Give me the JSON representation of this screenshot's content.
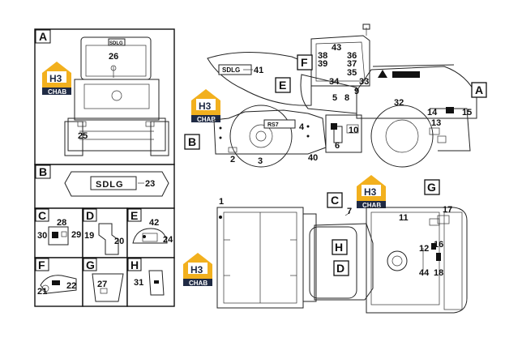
{
  "panels": {
    "A": {
      "letter": "A",
      "items": [
        "26",
        "25"
      ],
      "logo": "SDLG"
    },
    "B": {
      "letter": "B",
      "items": [
        "23"
      ],
      "logo": "SDLG"
    },
    "C": {
      "letter": "C",
      "items": [
        "28",
        "29",
        "30"
      ]
    },
    "D": {
      "letter": "D",
      "items": [
        "19",
        "20"
      ]
    },
    "E": {
      "letter": "E",
      "items": [
        "42",
        "24"
      ]
    },
    "F": {
      "letter": "F",
      "items": [
        "21",
        "22"
      ]
    },
    "G": {
      "letter": "G",
      "items": [
        "27"
      ]
    },
    "H": {
      "letter": "H",
      "items": [
        "31"
      ]
    }
  },
  "side_view": {
    "tags": [
      "A",
      "B",
      "E",
      "F"
    ],
    "numbers": [
      "43",
      "38",
      "39",
      "36",
      "37",
      "35",
      "41",
      "34",
      "33",
      "9",
      "5",
      "8",
      "32",
      "14",
      "15",
      "13",
      "10",
      "4",
      "6",
      "2",
      "3",
      "40"
    ],
    "hood_logo": "SDLG",
    "drum_logo": "RS7"
  },
  "top_view": {
    "tags": [
      "C",
      "G",
      "H",
      "D"
    ],
    "numbers": [
      "1",
      "7",
      "11",
      "17",
      "12",
      "16",
      "44",
      "18"
    ]
  },
  "watermark": {
    "badge": "H3",
    "text": "CHAB",
    "color_top": "#f2b01e",
    "color_bottom": "#1f2a44"
  }
}
